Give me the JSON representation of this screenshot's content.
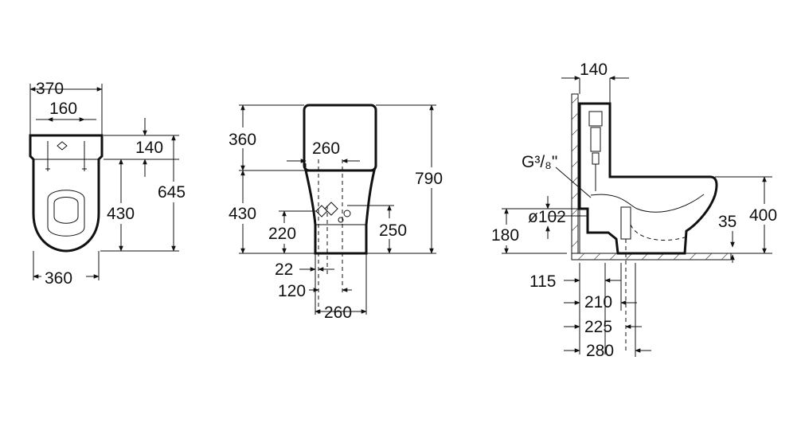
{
  "front_view": {
    "width_top": "370",
    "fixing_spacing": "160",
    "fixing_to_seat": "140",
    "total_length": "645",
    "bowl_length": "430",
    "width_bottom": "360"
  },
  "side_view": {
    "cistern_height": "360",
    "base_height": "430",
    "total_height": "790",
    "cistern_inlet_offset": "260",
    "inlet_height": "220",
    "outlet_height": "250",
    "dim_22": "22",
    "dim_120": "120",
    "dim_260_bottom": "260"
  },
  "profile_view": {
    "wall_to_cistern": "140",
    "inlet_thread": "G³/₈\"",
    "outlet_diameter": "ø102",
    "outlet_axis_height": "180",
    "seat_height": "400",
    "trap_height": "35",
    "dim_115": "115",
    "dim_210": "210",
    "dim_225": "225",
    "dim_280": "280"
  }
}
